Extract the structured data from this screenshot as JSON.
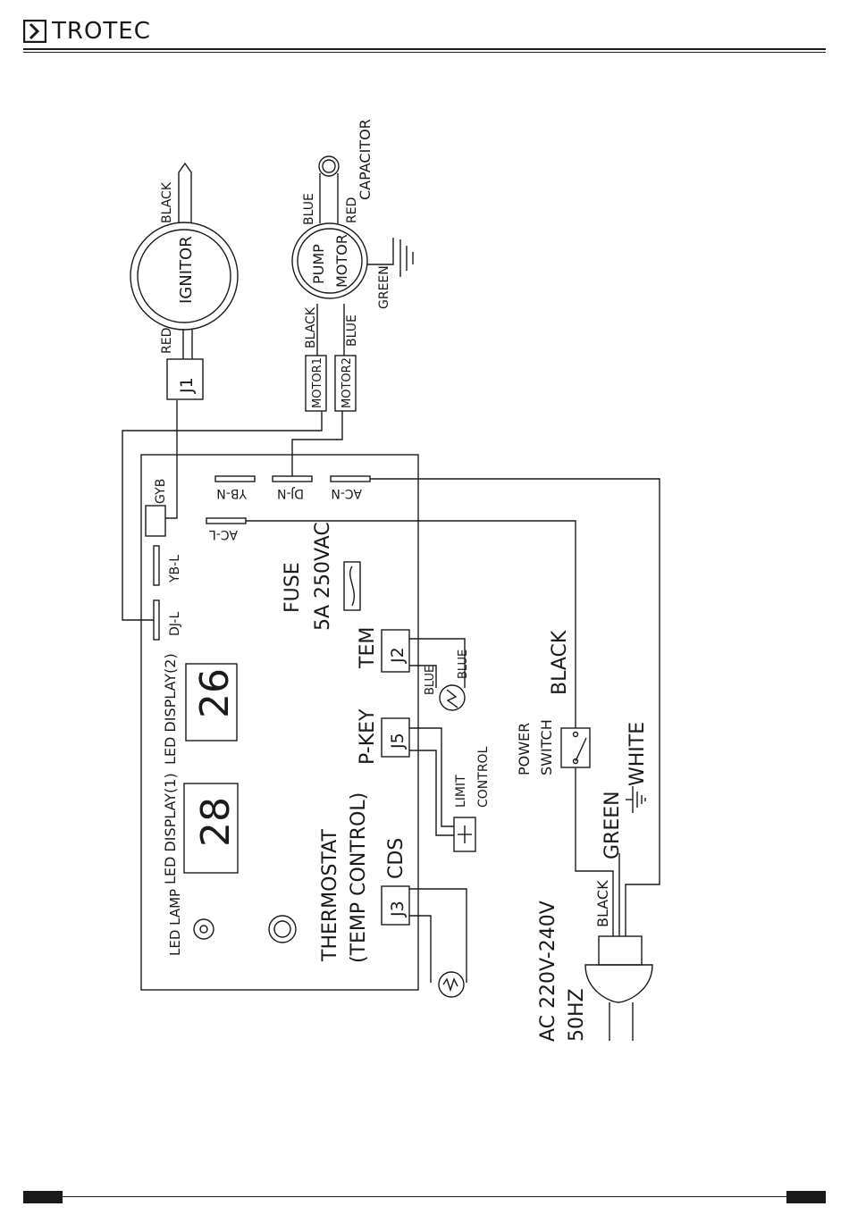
{
  "header": {
    "brand": "TROTEC"
  },
  "diagram": {
    "board_connectors": {
      "gyb": "GYB",
      "yb_l": "YB-L",
      "dj_l": "DJ-L",
      "yb_n": "YB-N",
      "dj_n": "DJ-N",
      "ac_n": "AC-N",
      "ac_l": "AC-L"
    },
    "led_lamp": "LED LAMP",
    "led_display_1": "LED DISPLAY(1)",
    "led_display_2": "LED DISPLAY(2)",
    "display_1_value": "28",
    "display_2_value": "26",
    "fuse_label": "FUSE",
    "fuse_rating": "5A 250VAC",
    "thermostat": "THERMOSTAT",
    "thermostat_sub": "(TEMP CONTROL)",
    "cds": "CDS",
    "j3": "J3",
    "j5": "J5",
    "j2": "J2",
    "j1": "J1",
    "p_key": "P-KEY",
    "tem": "TEM",
    "limit": "LIMIT",
    "control": "CONTROL",
    "blue": "BLUE",
    "black": "BLACK",
    "red": "RED",
    "green": "GREEN",
    "white": "WHITE",
    "power": "POWER",
    "switch": "SWITCH",
    "ignitor": "IGNITOR",
    "pump": "PUMP",
    "motor": "MOTOR",
    "motor1": "MOTOR1",
    "motor2": "MOTOR2",
    "capacitor": "CAPACITOR",
    "ac_voltage": "AC 220V-240V",
    "ac_freq": "50HZ"
  }
}
